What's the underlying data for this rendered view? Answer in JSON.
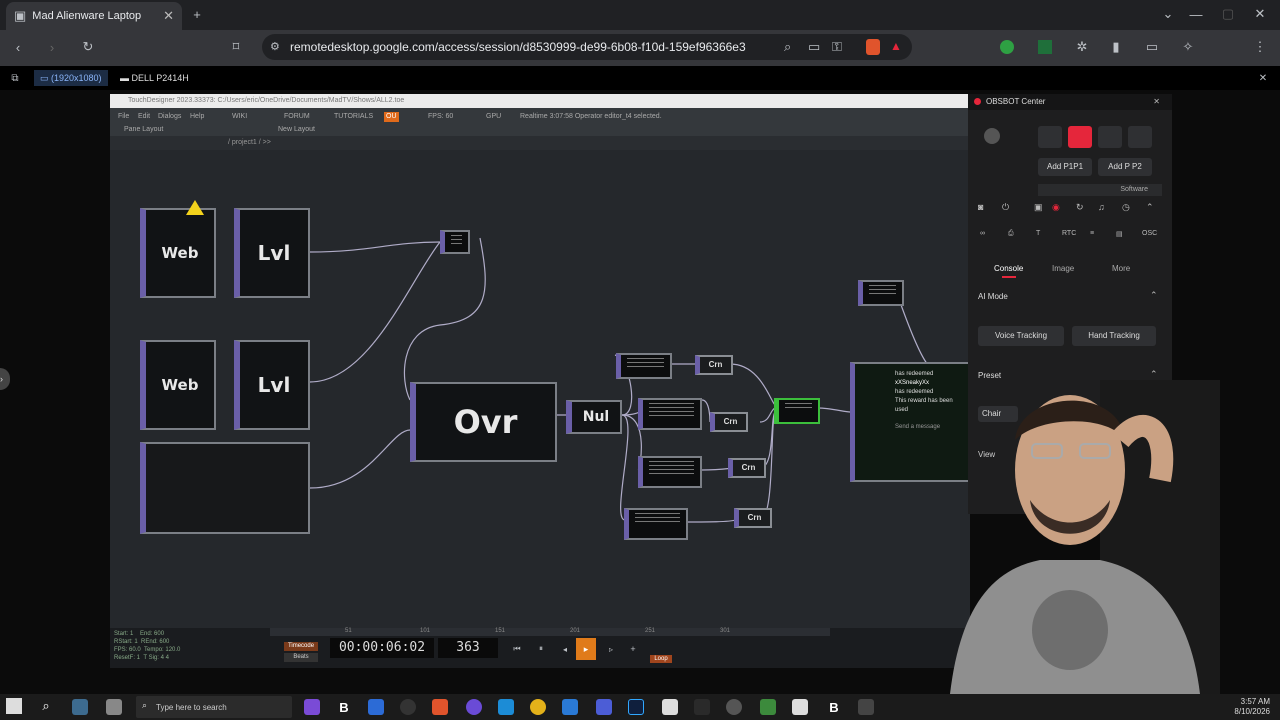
{
  "browser": {
    "tab_title": "Mad Alienware Laptop",
    "url": "remotedesktop.google.com/access/session/d8530999-de99-6b08-f10d-159ef96366e3"
  },
  "crd": {
    "display1": "(1920x1080)",
    "display2": "DELL P2414H"
  },
  "td": {
    "title": "TouchDesigner 2023.33373: C:/Users/eric/OneDrive/Documents/MadTV/Shows/ALL2.toe",
    "menu": [
      "File",
      "Edit",
      "Dialogs",
      "Help",
      "WIKI",
      "FORUM",
      "TUTORIALS",
      "OU",
      "FPS: 60",
      "GPU",
      "Realtime  3:07:58 Operator editor_t4 selected."
    ],
    "layout_left": "Pane Layout",
    "layout_right": "New Layout",
    "path": "/ project1 / >>",
    "nodes": {
      "web1": "Web",
      "lvl1": "Lvl",
      "web2": "Web",
      "lvl2": "Lvl",
      "ovr": "Ovr",
      "nul": "Nul",
      "crn1": "Crn",
      "crn2": "Crn",
      "crn3": "Crn",
      "crn4": "Crn"
    },
    "chat": {
      "line1": "has redeemed",
      "line2": "xXSneakyXx",
      "line3": "has redeemed",
      "line4": "This reward has been used",
      "placeholder": "Send a message"
    }
  },
  "timeline": {
    "stats": [
      "Start: 1",
      "End: 600",
      "RStart: 1",
      "REnd: 600",
      "FPS: 60.0",
      "Tempo: 120.0",
      "ResetF: 1",
      "T Sig: 4 4"
    ],
    "timecode": "00:00:06:02",
    "frame": "363",
    "ticks": [
      "51",
      "101",
      "151",
      "201",
      "251",
      "301"
    ],
    "timecode_btn": "Timecode",
    "beats_btn": "Beats",
    "loop_btn": "Loop"
  },
  "obsbot": {
    "title": "OBSBOT Center",
    "add_p1": "Add P1P1",
    "add_p2": "Add P P2",
    "software": "Software",
    "tabs": [
      "Console",
      "Image",
      "More"
    ],
    "ai_mode": "AI Mode",
    "voice": "Voice Tracking",
    "hand": "Hand Tracking",
    "preset": "Preset",
    "chair": "Chair",
    "view": "View"
  },
  "taskbar": {
    "search_placeholder": "Type here to search",
    "time": "3:57 AM",
    "date": "8/10/2026"
  },
  "colors": {
    "accent_red": "#e5263b",
    "node_border": "#7b7f86",
    "node_side": "#6a5fa8",
    "selected_green": "#3cbf3c"
  }
}
